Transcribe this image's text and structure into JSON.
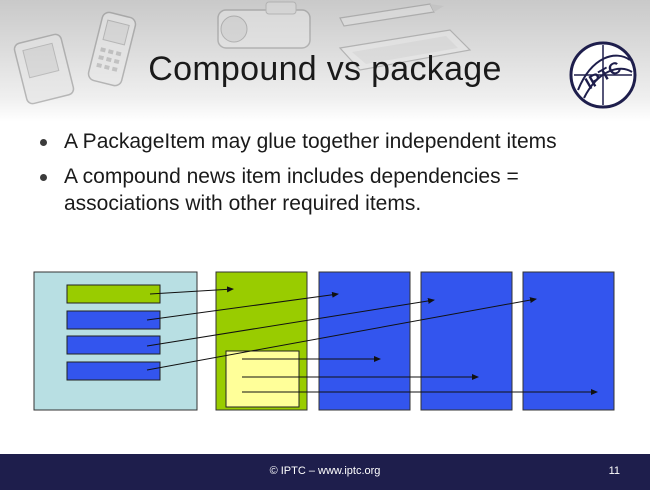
{
  "slide": {
    "title": "Compound vs package",
    "bullets": [
      "A PackageItem may glue together independent items",
      "A compound news item includes dependencies = associations with other required items."
    ],
    "footer": "© IPTC – www.iptc.org",
    "page_number": "11",
    "logo_text": "IPTC"
  },
  "colors": {
    "container_light_blue": "#b8dfe3",
    "item_green": "#99cc00",
    "item_blue": "#3355ee",
    "item_yellow": "#ffff99",
    "footer_bg": "#1e1e4c"
  },
  "icons": [
    "pda-icon",
    "mobile-phone-icon",
    "camcorder-icon",
    "pen-icon",
    "laptop-icon",
    "iptc-logo-icon"
  ]
}
